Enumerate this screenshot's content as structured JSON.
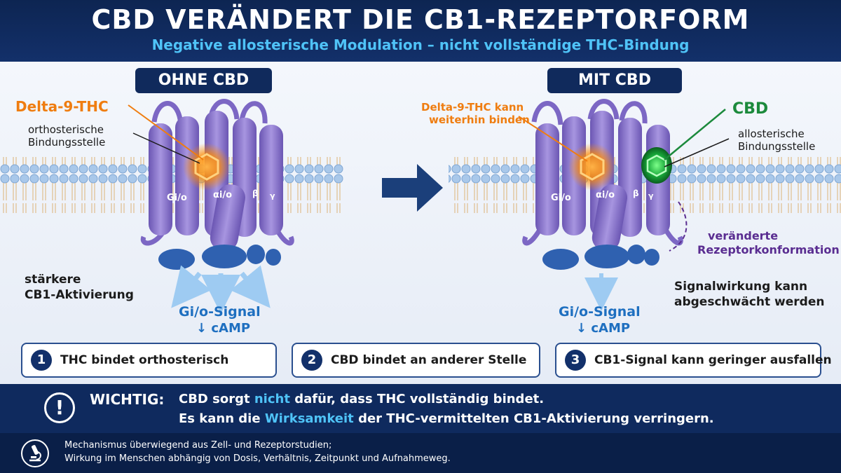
{
  "header": {
    "title": "CBD VERÄNDERT DIE CB1-REZEPTORFORM",
    "subtitle": "Negative allosterische Modulation – nicht vollständige THC-Bindung"
  },
  "left_panel": {
    "pill": "OHNE CBD",
    "ligand_label": "Delta-9-THC",
    "site_label_1": "orthosterische",
    "site_label_2": "Bindungsstelle",
    "effect_1": "stärkere",
    "effect_2": "CB1-Aktivierung",
    "signal": "Gi/o-Signal",
    "camp": "↓ cAMP",
    "g_gio": "Gi/o",
    "g_alpha": "αi/o",
    "g_beta": "β",
    "g_gamma": "γ"
  },
  "right_panel": {
    "pill": "MIT CBD",
    "thc_label_1": "Delta-9-THC kann",
    "thc_label_2": "weiterhin binden",
    "cbd_label": "CBD",
    "site_label_1": "allosterische",
    "site_label_2": "Bindungsstelle",
    "conformation_1": "veränderte",
    "conformation_2": "Rezeptorkonformation",
    "effect_1": "Signalwirkung kann",
    "effect_2": "abgeschwächt werden",
    "signal": "Gi/o-Signal",
    "camp": "↓ cAMP",
    "g_gio": "Gi/o",
    "g_alpha": "αi/o",
    "g_beta": "β",
    "g_gamma": "γ"
  },
  "steps": [
    {
      "num": "1",
      "text": "THC bindet orthosterisch"
    },
    {
      "num": "2",
      "text": "CBD bindet an anderer Stelle"
    },
    {
      "num": "3",
      "text": "CB1-Signal kann geringer ausfallen"
    }
  ],
  "important": {
    "label": "WICHTIG:",
    "line1_a": "CBD sorgt ",
    "line1_hl": "nicht",
    "line1_b": " dafür, dass THC vollständig bindet.",
    "line2_a": "Es kann die ",
    "line2_hl": "Wirksamkeit",
    "line2_b": " der THC-vermittelten CB1-Aktivierung verringern."
  },
  "footer": {
    "line1": "Mechanismus überwiegend aus Zell- und Rezeptorstudien;",
    "line2": "Wirkung im Menschen abhängig von Dosis, Verhältnis, Zeitpunkt und Aufnahmeweg."
  },
  "colors": {
    "navy": "#0f2a5e",
    "accent_blue": "#4fc3f7",
    "thc_orange": "#ef7d10",
    "cbd_green": "#1c8a3c",
    "receptor_purple": "#8b76cf"
  },
  "icons": {
    "important": "exclamation-icon",
    "footer": "microscope-icon",
    "transition": "arrow-right-icon"
  }
}
